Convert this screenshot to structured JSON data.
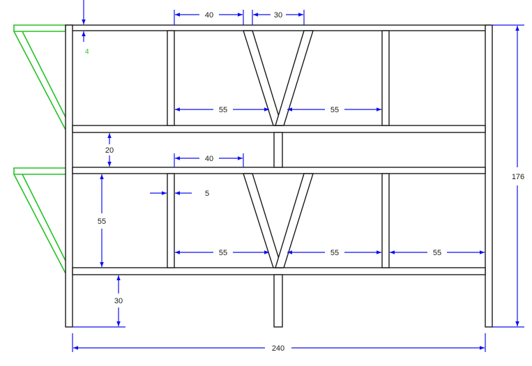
{
  "colors": {
    "frame": "#1a1a1a",
    "dimension": "#1010ee",
    "bracket": "#22c322",
    "background": "#ffffff"
  },
  "dimensions": {
    "top_board_40": "40",
    "top_gap_30": "30",
    "top_left_55": "55",
    "top_right_55": "55",
    "board_thickness_4": "4",
    "middle_gap_20": "20",
    "mid_board_40": "40",
    "board_offset_5": "5",
    "shelf_height_55": "55",
    "bottom_left_55": "55",
    "bottom_mid_55": "55",
    "bottom_right_55": "55",
    "leg_height_30": "30",
    "total_height_176": "176",
    "total_width_240": "240"
  }
}
